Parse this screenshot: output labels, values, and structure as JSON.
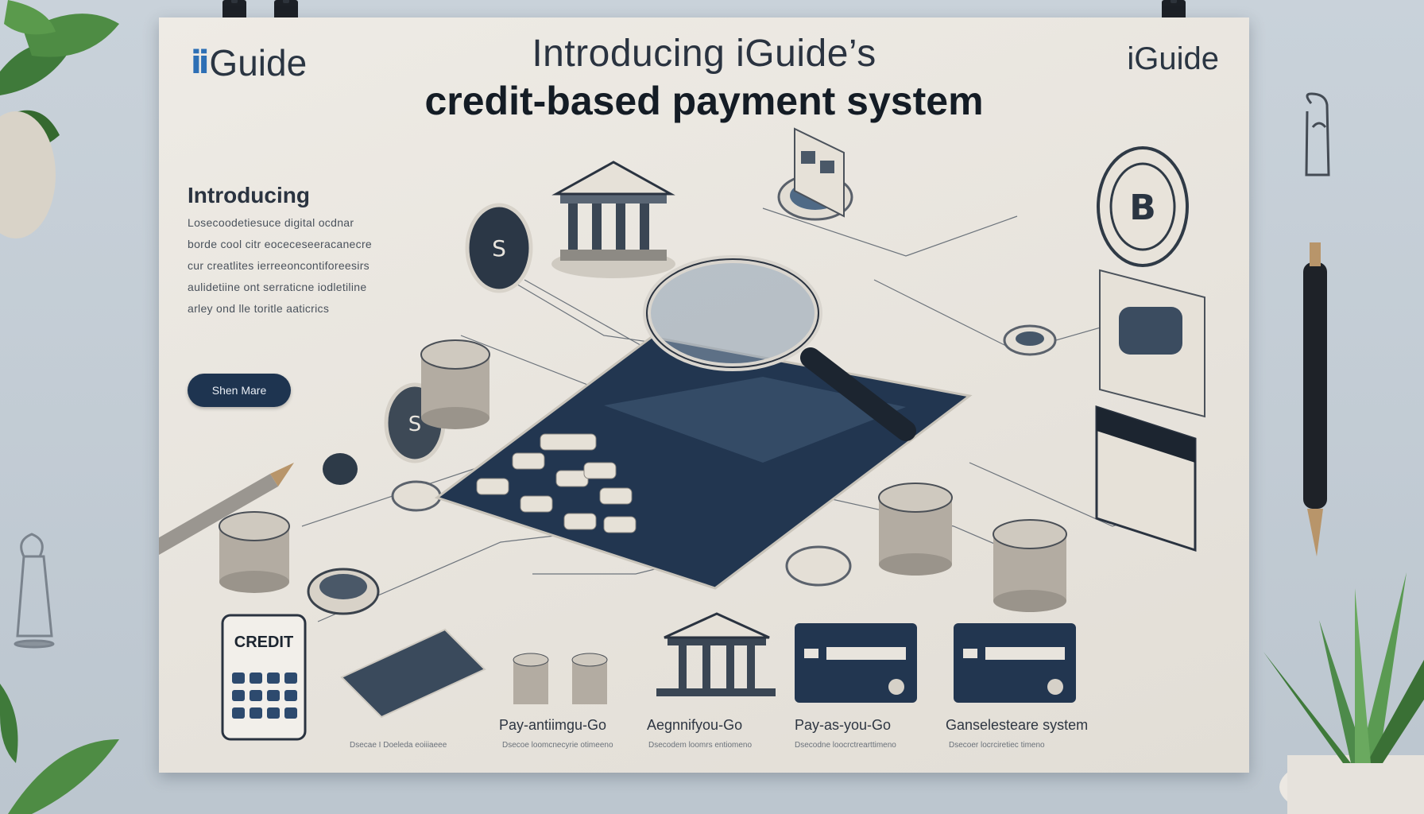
{
  "brand": {
    "left_mark": "ii",
    "left_name": "Guide",
    "right_name": "iGuide"
  },
  "title": {
    "line1": "Introducing iGuide’s",
    "line2": "credit-based payment system"
  },
  "intro": {
    "heading": "Introducing",
    "lines": [
      "Losecoodetiesuce digital ocdnar",
      "borde cool citr eoceceseeracanecre",
      "cur creatlites ierreeoncontiforeesirs",
      "aulidetiine ont serraticne iodletiline",
      "arley ond lle toritle aaticrics"
    ],
    "button": "Shen Mare"
  },
  "device": {
    "label": "CREDIT"
  },
  "features": [
    {
      "title": "Pay-antiimgu-Go",
      "sub": "Dsecoe loomcnecyrie otimeeno"
    },
    {
      "title": "Aegnnifyou-Go",
      "sub": "Dsecodem loomrs entiomeno"
    },
    {
      "title": "Pay-as-you-Go",
      "sub": "Dsecodne loocrctrearttimeno"
    },
    {
      "title": "Ganselesteare system",
      "sub": "Dsecoer locrciretiec timeno"
    }
  ],
  "footnote": "Dsecae I Doeleda eoiiiaeee",
  "icons": [
    "bank-icon",
    "coin-icon",
    "coin-stack-icon",
    "magnifier-icon",
    "calculator-icon",
    "credit-card-icon",
    "wallet-icon",
    "pencil-icon",
    "pen-icon",
    "plant-icon",
    "paper-clip-icon",
    "binder-clip-icon"
  ],
  "colors": {
    "navy": "#1e3450",
    "brand_blue": "#2d6fb5",
    "poster": "#eae7e1",
    "wall": "#c4ced7"
  }
}
